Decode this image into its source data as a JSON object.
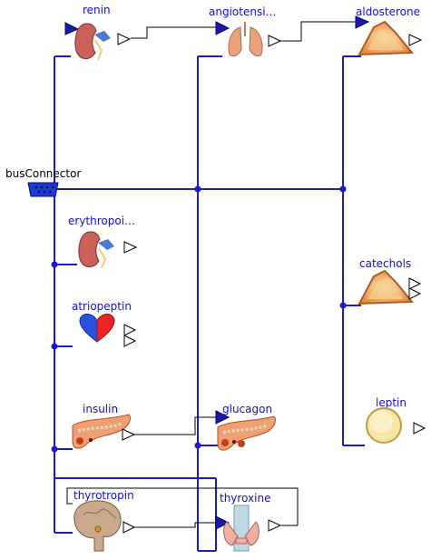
{
  "diagram": {
    "bus_label": "busConnector",
    "components": {
      "renin": "renin",
      "angiotensin": "angiotensi…",
      "aldosterone": "aldosterone",
      "erythropoietin": "erythropoi…",
      "catechols": "catechols",
      "atriopeptin": "atriopeptin",
      "leptin": "leptin",
      "insulin": "insulin",
      "glucagon": "glucagon",
      "thyrotropin": "thyrotropin",
      "thyroxine": "thyroxine"
    },
    "colors": {
      "bus_line": "#1a1ad0",
      "label_text": "#1010d0",
      "input_triangle": "#1a1a9a"
    }
  }
}
